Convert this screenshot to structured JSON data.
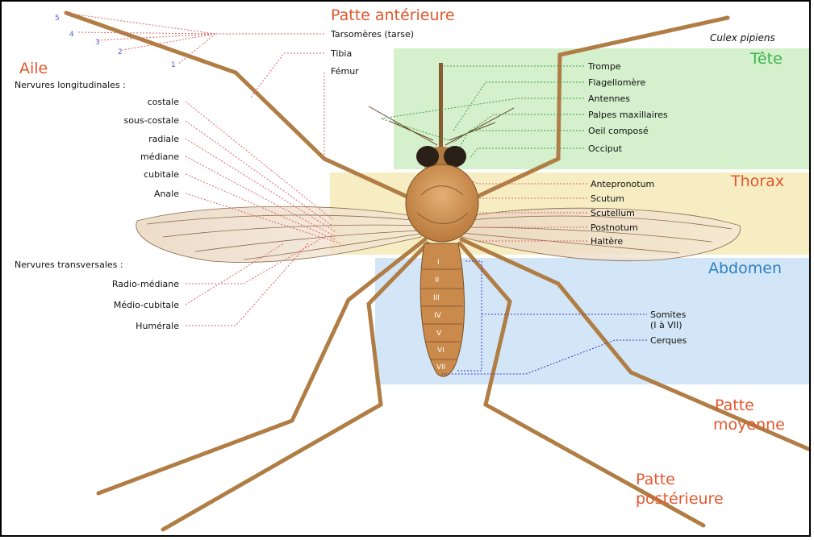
{
  "colors": {
    "head_bg": "#d4f0cc",
    "thorax_bg": "#f7edc3",
    "abdomen_bg": "#d3e6f7",
    "head_title": "#3cb44b",
    "thorax_title": "#e4572e",
    "abdomen_title": "#2f7fc1",
    "orange_label": "#e4572e",
    "body_brown": "#c98a4b",
    "leader_red": "#e06666",
    "leader_green": "#4a9a4a",
    "leader_blue": "#3b3bc2"
  },
  "species": "Culex pipiens",
  "legs": {
    "anterior": "Patte antérieure",
    "middle_1": "Patte",
    "middle_2": "moyenne",
    "posterior_1": "Patte",
    "posterior_2": "postérieure"
  },
  "leg_parts": {
    "tarsomeres": "Tarsomères (tarse)",
    "tibia": "Tibia",
    "femur": "Fémur",
    "tarsus_numbers": [
      "5",
      "4",
      "3",
      "2",
      "1"
    ]
  },
  "wing": {
    "title": "Aile",
    "longitudinal_header": "Nervures longitudinales :",
    "longitudinal": [
      "costale",
      "sous-costale",
      "radiale",
      "médiane",
      "cubitale",
      "Anale"
    ],
    "transverse_header": "Nervures transversales :",
    "transverse": [
      "Radio-médiane",
      "Médio-cubitale",
      "Humérale"
    ]
  },
  "head": {
    "title": "Tête",
    "parts": [
      "Trompe",
      "Flagellomère",
      "Antennes",
      "Palpes maxillaires",
      "Oeil composé",
      "Occiput"
    ]
  },
  "thorax": {
    "title": "Thorax",
    "parts": [
      "Antepronotum",
      "Scutum",
      "Scutellum",
      "Postnotum",
      "Haltère"
    ]
  },
  "abdomen": {
    "title": "Abdomen",
    "somites_1": "Somites",
    "somites_2": "(I à VII)",
    "cerques": "Cerques",
    "segments": [
      "I",
      "II",
      "III",
      "IV",
      "V",
      "VI",
      "VII"
    ]
  }
}
